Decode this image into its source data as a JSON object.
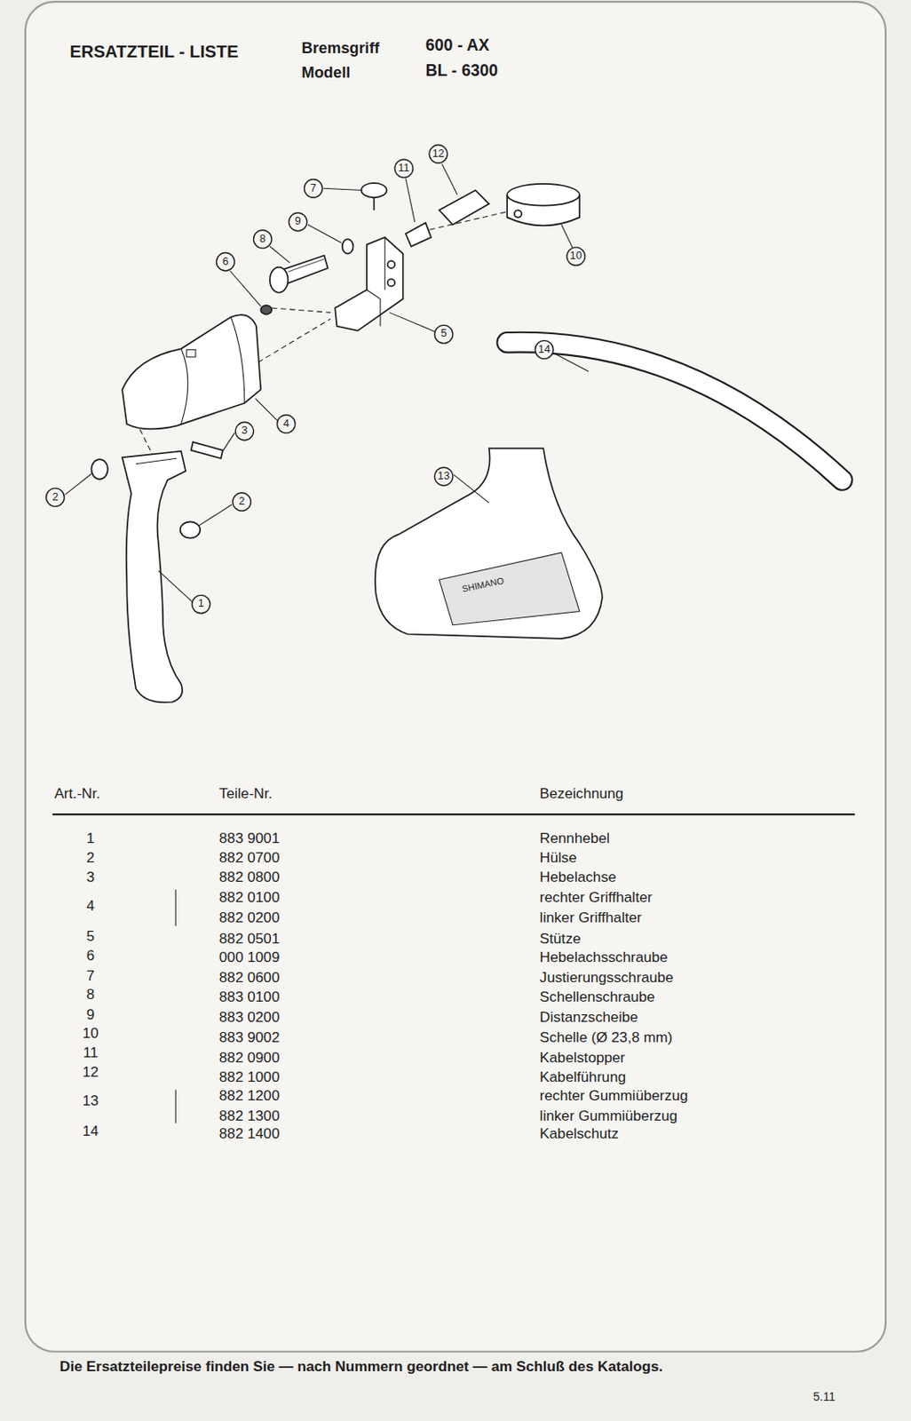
{
  "diagram": {
    "title": "ERSATZTEIL - LISTE",
    "labels": [
      "Bremsgriff",
      "600 - AX",
      "Modell",
      "BL - 6300",
      "7",
      "11",
      "12",
      "9",
      "8",
      "6",
      "10",
      "5",
      "14",
      "4",
      "3",
      "2",
      "2",
      "13",
      "1",
      "SHIMANO",
      "Art.-Nr.",
      "Teile-Nr.",
      "Bezeichnung",
      "1",
      "2",
      "3",
      "4",
      "5",
      "6",
      "7",
      "8",
      "9",
      "10",
      "11",
      "12",
      "13",
      "14",
      "883 9001",
      "882 0700",
      "882 0800",
      "882 0100",
      "882 0200",
      "882 0501",
      "000 1009",
      "882 0600",
      "883 0100",
      "883 0200",
      "883 9002",
      "882 0900",
      "882 1000",
      "882 1200",
      "882 1300",
      "882 1400",
      "Rennhebel",
      "Hülse",
      "Hebelachse",
      "rechter Griffhalter",
      "linker Griffhalter",
      "Stütze",
      "Hebelachsschraube",
      "Justierungsschraube",
      "Schellenschraube",
      "Distanzscheibe",
      "Schelle (Ø 23,8 mm)",
      "Kabelstopper",
      "Kabelführung",
      "rechter Gummiüberzug",
      "linker Gummiüberzug",
      "Kabelschutz",
      "Die Ersatzteilepreise finden Sie — nach Nummern geordnet — am Schluß des Katalogs.",
      "5.11"
    ]
  }
}
